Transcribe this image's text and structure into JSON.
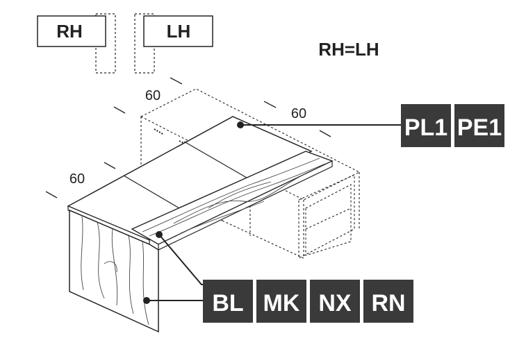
{
  "hand_labels": {
    "right": "RH",
    "left": "LH",
    "equivalence": "RH=LH"
  },
  "dimensions": {
    "top_left": "60",
    "top_right": "60",
    "side": "60"
  },
  "top_finish_codes": [
    "PL1",
    "PE1"
  ],
  "wood_finish_codes": [
    "BL",
    "MK",
    "NX",
    "RN"
  ],
  "colors": {
    "tag_background": "#3a3a3a",
    "tag_text": "#ffffff",
    "line": "#222222"
  },
  "icons": {
    "desk": "executive-desk-drawing",
    "pointer": "leader-line-dot"
  }
}
